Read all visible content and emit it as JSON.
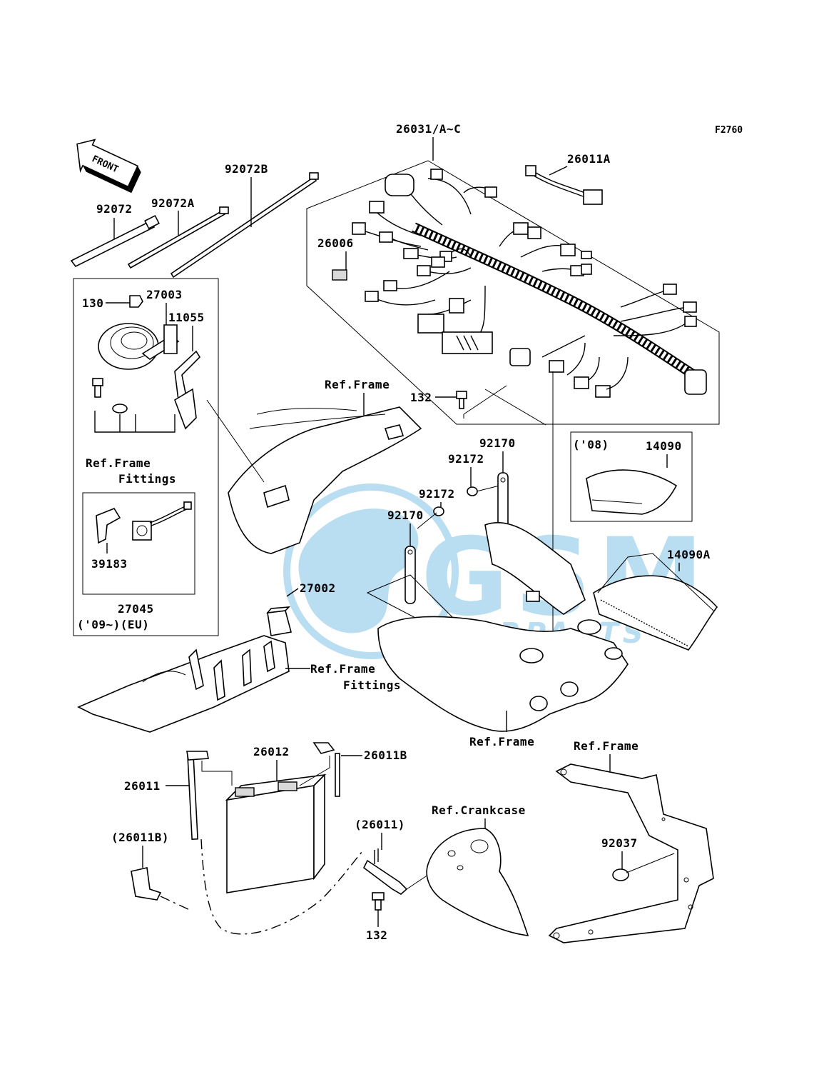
{
  "figure_code": "F2760",
  "front_arrow_label": "FRONT",
  "watermark": {
    "brand": "GSM",
    "sub": "MOTORPARTS",
    "color": "#3aa0d8"
  },
  "part_labels": {
    "p26031": "26031/A~C",
    "p26011A": "26011A",
    "p92072": "92072",
    "p92072A": "92072A",
    "p92072B": "92072B",
    "p26006": "26006",
    "p130": "130",
    "p27003": "27003",
    "p11055": "11055",
    "p132_top": "132",
    "p92170_a": "92170",
    "p92172_a": "92172",
    "p92172_b": "92172",
    "p92170_b": "92170",
    "p14090": "14090",
    "p14090A": "14090A",
    "p39183": "39183",
    "p27045": "27045",
    "p27002": "27002",
    "p26012": "26012",
    "p26011B": "26011B",
    "p26011": "26011",
    "p26011_paren": "(26011)",
    "p26011B_paren": "(26011B)",
    "p132_bottom": "132",
    "p92037": "92037"
  },
  "ref_labels": {
    "ref_frame_fittings_left_1": "Ref.Frame",
    "ref_frame_fittings_left_2": "Fittings",
    "ref_frame_top": "Ref.Frame",
    "ref_frame_fittings_mid_1": "Ref.Frame",
    "ref_frame_fittings_mid_2": "Fittings",
    "ref_frame_bottom_mid": "Ref.Frame",
    "ref_frame_bottom_right": "Ref.Frame",
    "ref_crankcase": "Ref.Crankcase"
  },
  "notes": {
    "year_08": "('08)",
    "year_09_eu": "('09~)(EU)"
  }
}
